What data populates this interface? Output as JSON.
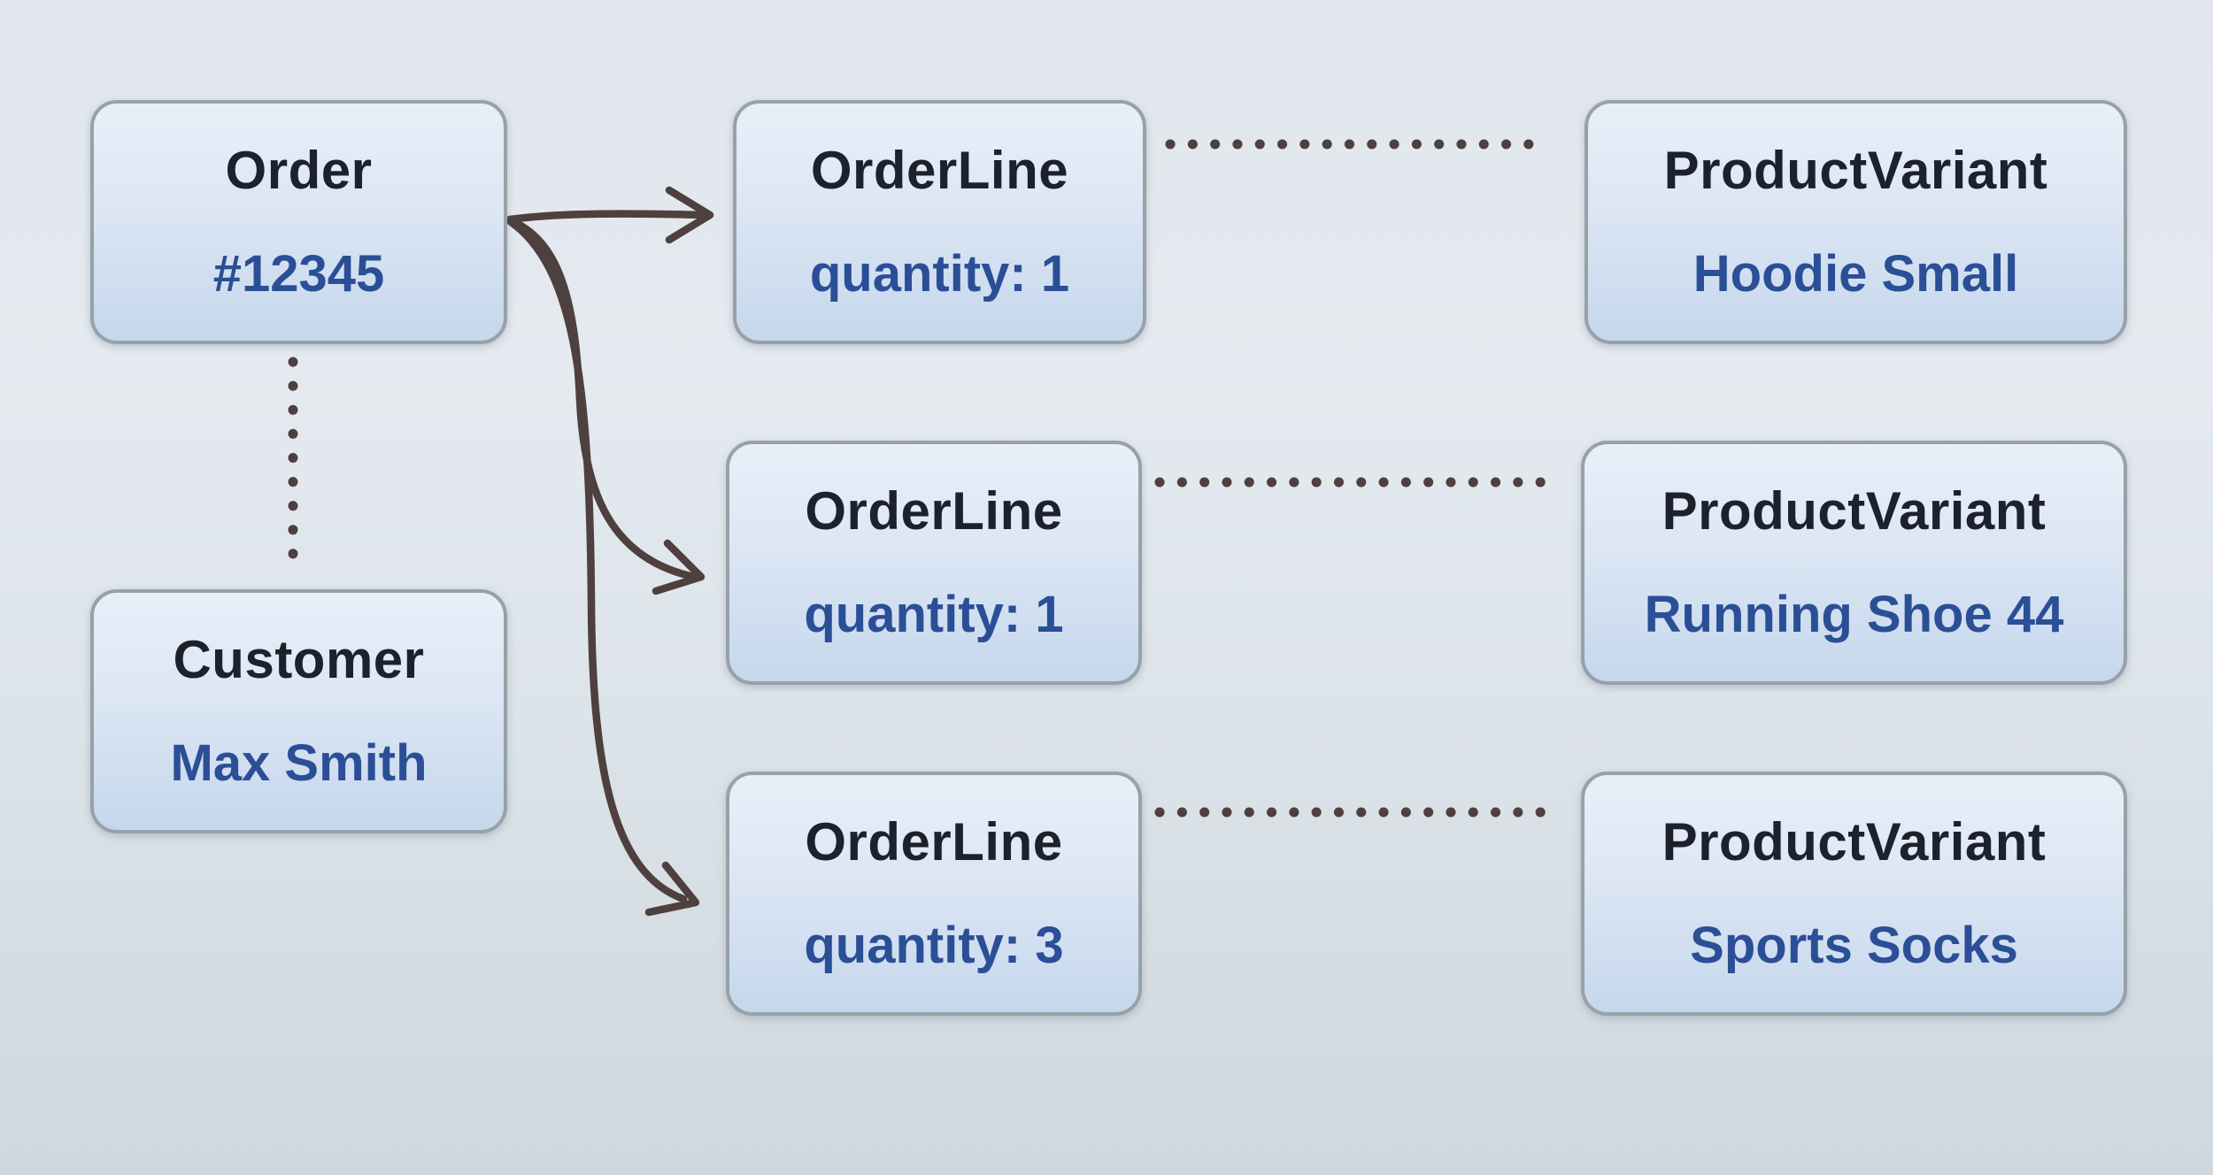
{
  "diagram": {
    "nodes": {
      "order": {
        "title": "Order",
        "value": "#12345"
      },
      "customer": {
        "title": "Customer",
        "value": "Max Smith"
      },
      "order_lines": [
        {
          "title": "OrderLine",
          "value": "quantity: 1"
        },
        {
          "title": "OrderLine",
          "value": "quantity: 1"
        },
        {
          "title": "OrderLine",
          "value": "quantity: 3"
        }
      ],
      "product_variants": [
        {
          "title": "ProductVariant",
          "value": "Hoodie Small"
        },
        {
          "title": "ProductVariant",
          "value": "Running Shoe 44"
        },
        {
          "title": "ProductVariant",
          "value": "Sports Socks"
        }
      ]
    },
    "connectors": {
      "order_to_order_lines": "solid curved arrows",
      "order_to_customer": "vertical dotted line",
      "order_lines_to_product_variants": "horizontal dotted lines"
    },
    "colors": {
      "background_top": "#e0e6ec",
      "background_bottom": "#cfd8de",
      "node_fill_top": "#e9eff9",
      "node_fill_bottom": "#c5d7ec",
      "node_border": "#97a1a8",
      "title_text": "#1c212b",
      "value_text": "#2b4f96",
      "connector": "#4e403e"
    }
  }
}
